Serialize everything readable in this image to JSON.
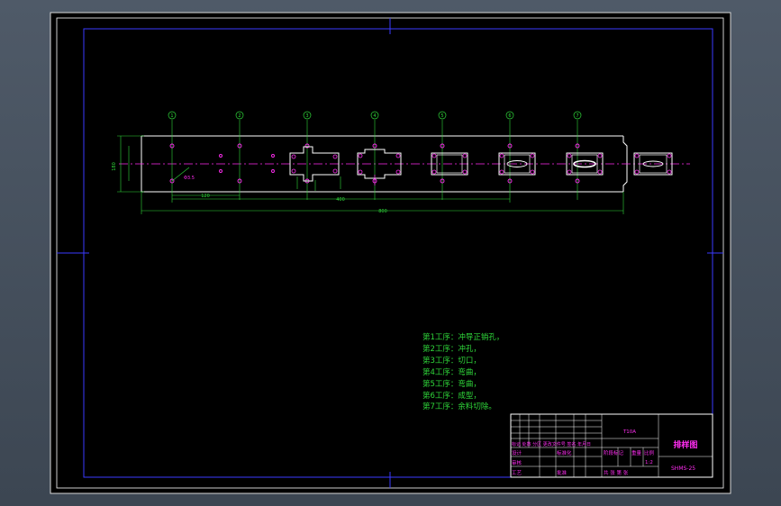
{
  "drawing": {
    "material": "T10A",
    "title": "排样图",
    "drawing_number": "SHMS-25",
    "scale": "1:2"
  },
  "dimensions": {
    "strip_width": "180",
    "hole_dia": "Φ3.5",
    "pitch_1": "120",
    "pitch_2": "400",
    "total_length": "800"
  },
  "stations": [
    "1",
    "2",
    "3",
    "4",
    "5",
    "6",
    "7"
  ],
  "process_steps": [
    "第1工序：冲导正销孔，",
    "第2工序：冲孔，",
    "第3工序：切口，",
    "第4工序：弯曲，",
    "第5工序：弯曲，",
    "第6工序：成型，",
    "第7工序：余料切除。"
  ],
  "title_block": {
    "header_row": "标记 处数 分区 更改文件号 签名 年月日",
    "designer": "设计",
    "checker": "审核",
    "process": "工艺",
    "standardize": "标准化",
    "approve": "批准",
    "stage_mark": "阶段标记",
    "weight": "重量",
    "ratio": "比例",
    "sheets": "共 张 第 张"
  }
}
